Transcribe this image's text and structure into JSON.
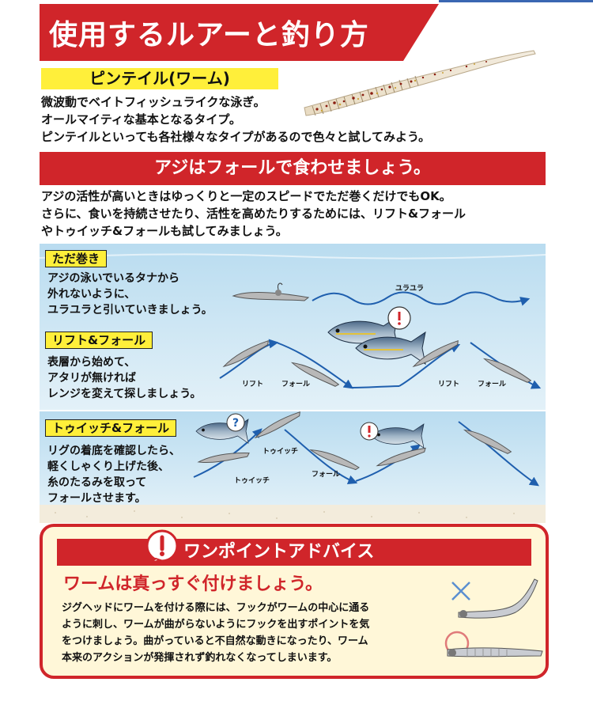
{
  "header": {
    "title": "使用するルアーと釣り方"
  },
  "lure": {
    "label": "ピンテイル(ワーム)",
    "lines": [
      "微波動でベイトフィッシュライクな泳ぎ。",
      "オールマイティな基本となるタイプ。",
      "ピンテイルといっても各社様々なタイプがあるので色々と試してみよう。"
    ]
  },
  "section": {
    "banner": "アジはフォールで食わせましょう。",
    "lines": [
      "アジの活性が高いときはゆっくりと一定のスピードでただ巻くだけでもOK。",
      "さらに、食いを持続させたり、活性を高めたりするためには、リフト&フォール",
      "やトゥイッチ&フォールも試してみましょう。"
    ]
  },
  "methods": {
    "tadamaki": {
      "label": "ただ巻き",
      "lines": [
        "アジの泳いでいるタナから",
        "外れないように、",
        "ユラユラと引いていきましょう。"
      ],
      "annotation": "ユラユラ"
    },
    "lift": {
      "label": "リフト&フォール",
      "lines": [
        "表層から始めて、",
        "アタリが無ければ",
        "レンジを変えて探しましょう。"
      ],
      "annotations": [
        "リフト",
        "フォール",
        "リフト",
        "フォール"
      ]
    },
    "twitch": {
      "label": "トゥイッチ&フォール",
      "lines": [
        "リグの着底を確認したら、",
        "軽くしゃくり上げた後、",
        "糸のたるみを取って",
        "フォールさせます。"
      ],
      "annotations": [
        "トゥイッチ",
        "トゥイッチ",
        "フォール"
      ]
    }
  },
  "advice": {
    "banner": "ワンポイントアドバイス",
    "heading": "ワームは真っすぐ付けましょう。",
    "lines": [
      "ジグヘッドにワームを付ける際には、フックがワームの中心に通る",
      "ように刺し、ワームが曲がらないようにフックを出すポイントを気",
      "をつけましょう。曲がっていると不自然な動きになったり、ワーム",
      "本来のアクションが発揮されず釣れなくなってしまいます。"
    ]
  },
  "colors": {
    "red": "#d0252a",
    "yellow": "#ffef3a",
    "water": "#cfe6f3",
    "arrow": "#1f5fae"
  }
}
